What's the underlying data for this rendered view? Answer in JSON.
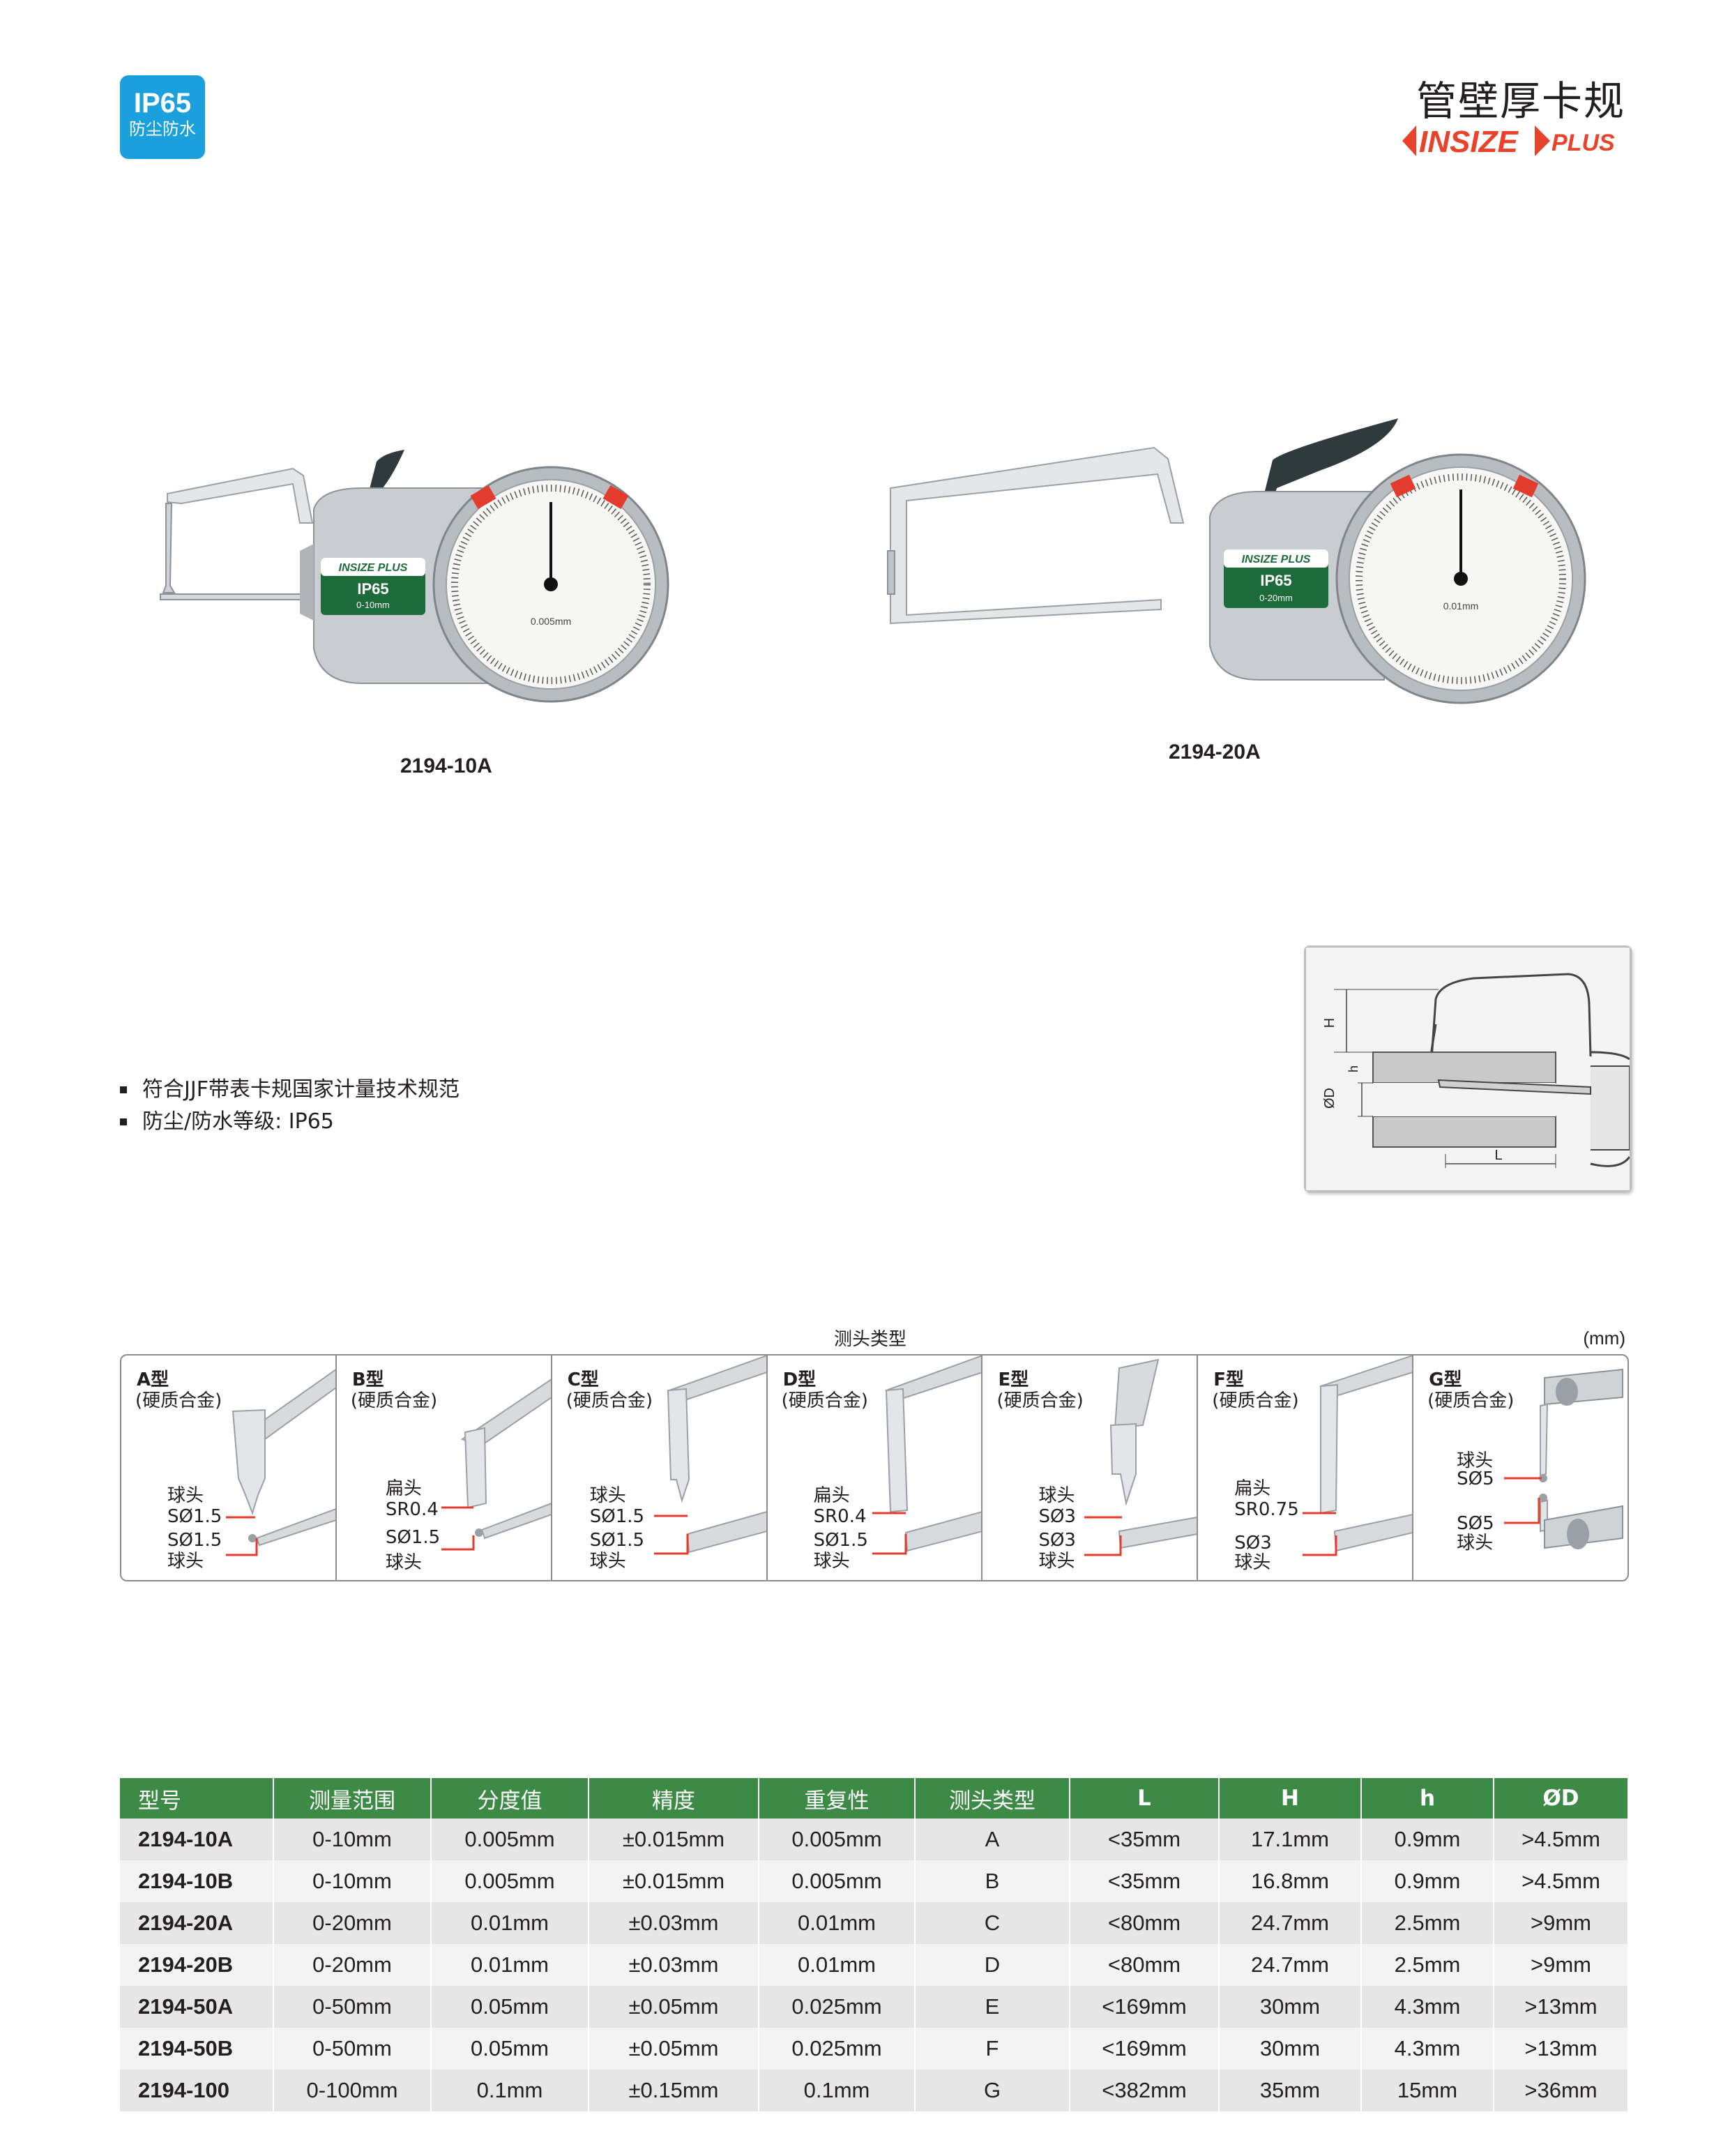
{
  "header": {
    "badge_main": "IP65",
    "badge_sub": "防尘防水",
    "title": "管壁厚卡规",
    "brand_text": "INSIZE",
    "brand_suffix": "PLUS",
    "brand_color": "#e8432a"
  },
  "products": [
    {
      "model": "2194-10A",
      "dial_brand": "INSIZE PLUS",
      "dial_ip": "IP65",
      "dial_range": "0-10mm",
      "dial_resolution": "0.005mm"
    },
    {
      "model": "2194-20A",
      "dial_brand": "INSIZE PLUS",
      "dial_ip": "IP65",
      "dial_range": "0-20mm",
      "dial_resolution": "0.01mm"
    }
  ],
  "features": [
    "符合JJF带表卡规国家计量技术规范",
    "防尘/防水等级: IP65"
  ],
  "diagram_labels": {
    "H": "H",
    "h": "h",
    "D": "ØD",
    "L": "L"
  },
  "probe_types": {
    "caption": "测头类型",
    "unit": "(mm)",
    "cells": [
      {
        "type": "A型",
        "material": "(硬质合金)",
        "upper_name": "球头",
        "upper_size": "SØ1.5",
        "lower_size": "SØ1.5",
        "lower_name": "球头"
      },
      {
        "type": "B型",
        "material": "(硬质合金)",
        "upper_name": "扁头",
        "upper_size": "SR0.4",
        "lower_size": "SØ1.5",
        "lower_name": "球头"
      },
      {
        "type": "C型",
        "material": "(硬质合金)",
        "upper_name": "球头",
        "upper_size": "SØ1.5",
        "lower_size": "SØ1.5",
        "lower_name": "球头"
      },
      {
        "type": "D型",
        "material": "(硬质合金)",
        "upper_name": "扁头",
        "upper_size": "SR0.4",
        "lower_size": "SØ1.5",
        "lower_name": "球头"
      },
      {
        "type": "E型",
        "material": "(硬质合金)",
        "upper_name": "球头",
        "upper_size": "SØ3",
        "lower_size": "SØ3",
        "lower_name": "球头"
      },
      {
        "type": "F型",
        "material": "(硬质合金)",
        "upper_name": "扁头",
        "upper_size": "SR0.75",
        "lower_size": "SØ3",
        "lower_name": "球头"
      },
      {
        "type": "G型",
        "material": "(硬质合金)",
        "upper_name": "球头",
        "upper_size": "SØ5",
        "lower_size": "SØ5",
        "lower_name": "球头"
      }
    ]
  },
  "spec_table": {
    "headers": [
      "型号",
      "测量范围",
      "分度值",
      "精度",
      "重复性",
      "测头类型",
      "L",
      "H",
      "h",
      "ØD"
    ],
    "rows": [
      [
        "2194-10A",
        "0-10mm",
        "0.005mm",
        "±0.015mm",
        "0.005mm",
        "A",
        "<35mm",
        "17.1mm",
        "0.9mm",
        ">4.5mm"
      ],
      [
        "2194-10B",
        "0-10mm",
        "0.005mm",
        "±0.015mm",
        "0.005mm",
        "B",
        "<35mm",
        "16.8mm",
        "0.9mm",
        ">4.5mm"
      ],
      [
        "2194-20A",
        "0-20mm",
        "0.01mm",
        "±0.03mm",
        "0.01mm",
        "C",
        "<80mm",
        "24.7mm",
        "2.5mm",
        ">9mm"
      ],
      [
        "2194-20B",
        "0-20mm",
        "0.01mm",
        "±0.03mm",
        "0.01mm",
        "D",
        "<80mm",
        "24.7mm",
        "2.5mm",
        ">9mm"
      ],
      [
        "2194-50A",
        "0-50mm",
        "0.05mm",
        "±0.05mm",
        "0.025mm",
        "E",
        "<169mm",
        "30mm",
        "4.3mm",
        ">13mm"
      ],
      [
        "2194-50B",
        "0-50mm",
        "0.05mm",
        "±0.05mm",
        "0.025mm",
        "F",
        "<169mm",
        "30mm",
        "4.3mm",
        ">13mm"
      ],
      [
        "2194-100",
        "0-100mm",
        "0.1mm",
        "±0.15mm",
        "0.1mm",
        "G",
        "<382mm",
        "35mm",
        "15mm",
        ">36mm"
      ]
    ]
  }
}
